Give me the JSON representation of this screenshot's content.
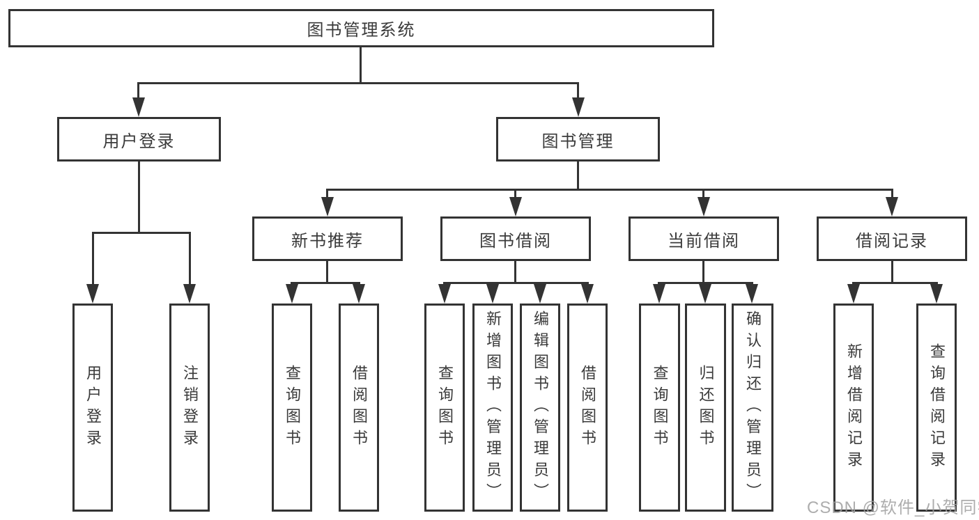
{
  "diagram": {
    "root": {
      "label": "图书管理系统",
      "children": [
        {
          "label": "用户登录",
          "children": [
            {
              "label": "用户登录"
            },
            {
              "label": "注销登录"
            }
          ]
        },
        {
          "label": "图书管理",
          "children": [
            {
              "label": "新书推荐",
              "children": [
                {
                  "label": "查询图书"
                },
                {
                  "label": "借阅图书"
                }
              ]
            },
            {
              "label": "图书借阅",
              "children": [
                {
                  "label": "查询图书"
                },
                {
                  "label": "新增图书（管理员）"
                },
                {
                  "label": "编辑图书（管理员）"
                },
                {
                  "label": "借阅图书"
                }
              ]
            },
            {
              "label": "当前借阅",
              "children": [
                {
                  "label": "查询图书"
                },
                {
                  "label": "归还图书"
                },
                {
                  "label": "确认归还（管理员）"
                }
              ]
            },
            {
              "label": "借阅记录",
              "children": [
                {
                  "label": "新增借阅记录"
                },
                {
                  "label": "查询借阅记录"
                }
              ]
            }
          ]
        }
      ]
    }
  },
  "watermark": {
    "text": "CSDN @软件_小贺同学"
  },
  "colors": {
    "line": "#333333",
    "text": "#3a3a3a",
    "box_background": "#ffffff",
    "page_background": "#ffffff",
    "watermark": "#9f9f9f"
  }
}
